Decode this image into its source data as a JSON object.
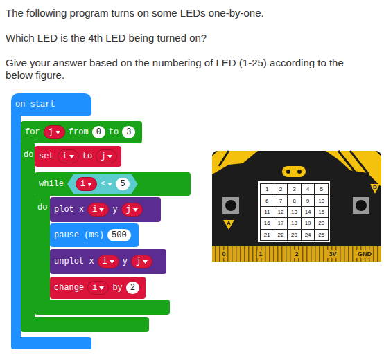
{
  "diagram": {
    "nodes": [
      {
        "text": [
          "on start"
        ]
      },
      {
        "text": [
          "for",
          "j",
          "from",
          "0",
          "to",
          "3",
          "do"
        ],
        "in": 0
      },
      {
        "text": [
          "set",
          "i",
          "to",
          "j"
        ],
        "in": 1
      },
      {
        "text": [
          "while",
          "i",
          "<",
          "5",
          "do"
        ],
        "in": 1
      },
      {
        "text": [
          "plot x",
          "i",
          "y",
          "j"
        ],
        "in": 3
      },
      {
        "text": [
          "pause (ms)",
          "500"
        ],
        "in": 3
      },
      {
        "text": [
          "unplot x",
          "i",
          "y",
          "j"
        ],
        "in": 3
      },
      {
        "text": [
          "change",
          "i",
          "by",
          "2"
        ],
        "in": 3
      }
    ],
    "labels": [
      "The following program turns on some LEDs one-by-one.",
      "Which LED is the 4th LED being turned on?",
      "Give your answer based on the numbering of LED (1-25) according to the below figure.",
      "1",
      "2",
      "3",
      "4",
      "5",
      "6",
      "7",
      "8",
      "9",
      "10",
      "11",
      "12",
      "13",
      "14",
      "15",
      "16",
      "17",
      "18",
      "19",
      "20",
      "21",
      "22",
      "23",
      "24",
      "25",
      "B",
      "A",
      "0",
      "1",
      "2",
      "3V",
      "GND"
    ]
  }
}
